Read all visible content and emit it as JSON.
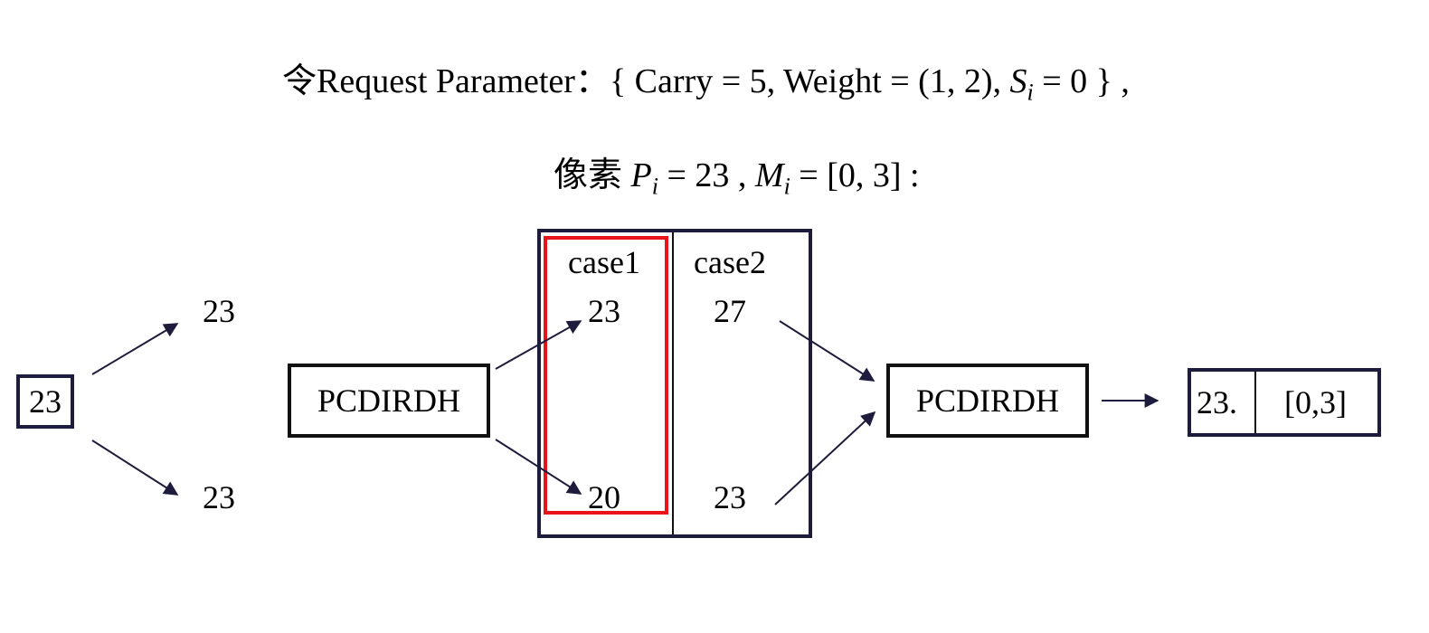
{
  "header": {
    "line1_prefix": "令Request Parameter：{ Carry = 5, Weight = (1, 2), ",
    "line1_var": "S",
    "line1_sub": "i",
    "line1_suffix": " = 0 } ,",
    "line2_prefix": "像素 ",
    "line2_var1": "P",
    "line2_sub1": "i",
    "line2_mid": " = 23 , ",
    "line2_var2": "M",
    "line2_sub2": "i",
    "line2_suffix": " = [0, 3] :"
  },
  "input": {
    "value": "23"
  },
  "split": {
    "top": "23",
    "bottom": "23"
  },
  "encoder1": {
    "label": "PCDIRDH"
  },
  "cases": {
    "case1": {
      "label": "case1",
      "top": "23",
      "bottom": "20"
    },
    "case2": {
      "label": "case2",
      "top": "27",
      "bottom": "23"
    }
  },
  "encoder2": {
    "label": "PCDIRDH"
  },
  "output": {
    "value": "23.",
    "range": "[0,3]"
  },
  "colors": {
    "dark_navy": "#1e1c3c",
    "highlight_red": "#e8141a"
  }
}
